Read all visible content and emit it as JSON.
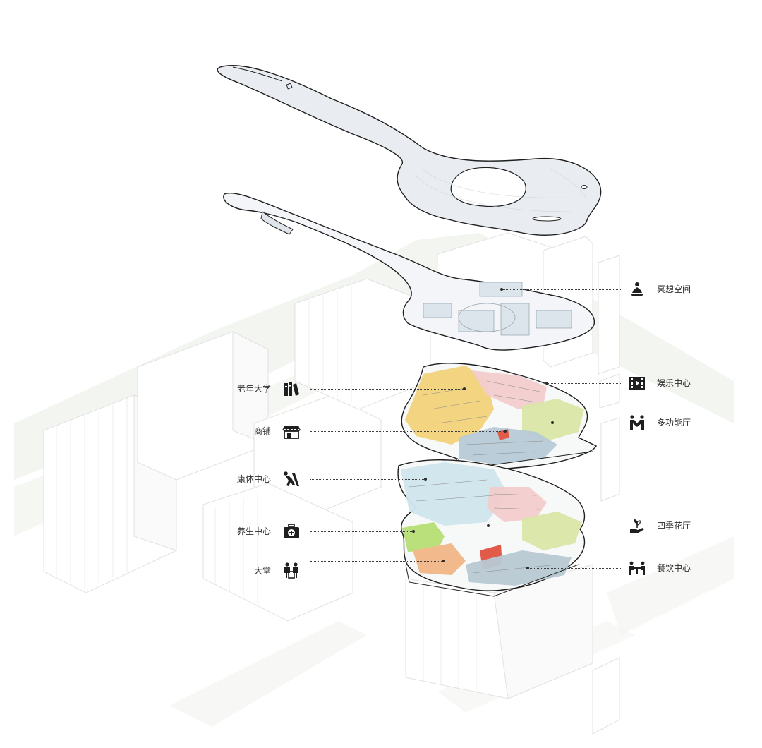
{
  "labels_right": [
    {
      "id": "meditation",
      "text": "冥想空间",
      "icon": "meditation-icon"
    },
    {
      "id": "entertainment",
      "text": "娱乐中心",
      "icon": "film-icon"
    },
    {
      "id": "multipurpose",
      "text": "多功能厅",
      "icon": "people-pair-icon"
    },
    {
      "id": "garden",
      "text": "四季花厅",
      "icon": "plant-hand-icon"
    },
    {
      "id": "dining",
      "text": "餐饮中心",
      "icon": "dining-table-icon"
    }
  ],
  "labels_left": [
    {
      "id": "university",
      "text": "老年大学",
      "icon": "books-icon"
    },
    {
      "id": "shop",
      "text": "商铺",
      "icon": "shop-awning-icon"
    },
    {
      "id": "fitness",
      "text": "康体中心",
      "icon": "exercise-icon"
    },
    {
      "id": "wellness",
      "text": "养生中心",
      "icon": "medical-kit-icon"
    },
    {
      "id": "lobby",
      "text": "大堂",
      "icon": "reception-icon"
    }
  ],
  "zone_colors": {
    "university": "#f1d27a",
    "entertainment": "#f2cccc",
    "multipurpose": "#d9e6a6",
    "shop": "#b6cad6",
    "fitness": "#cfe6ec",
    "garden": "#eef0ee",
    "wellness": "#b9e07a",
    "lobby": "#f2b98c",
    "dining": "#b8c9d3",
    "accent_red": "#e25a4a"
  }
}
